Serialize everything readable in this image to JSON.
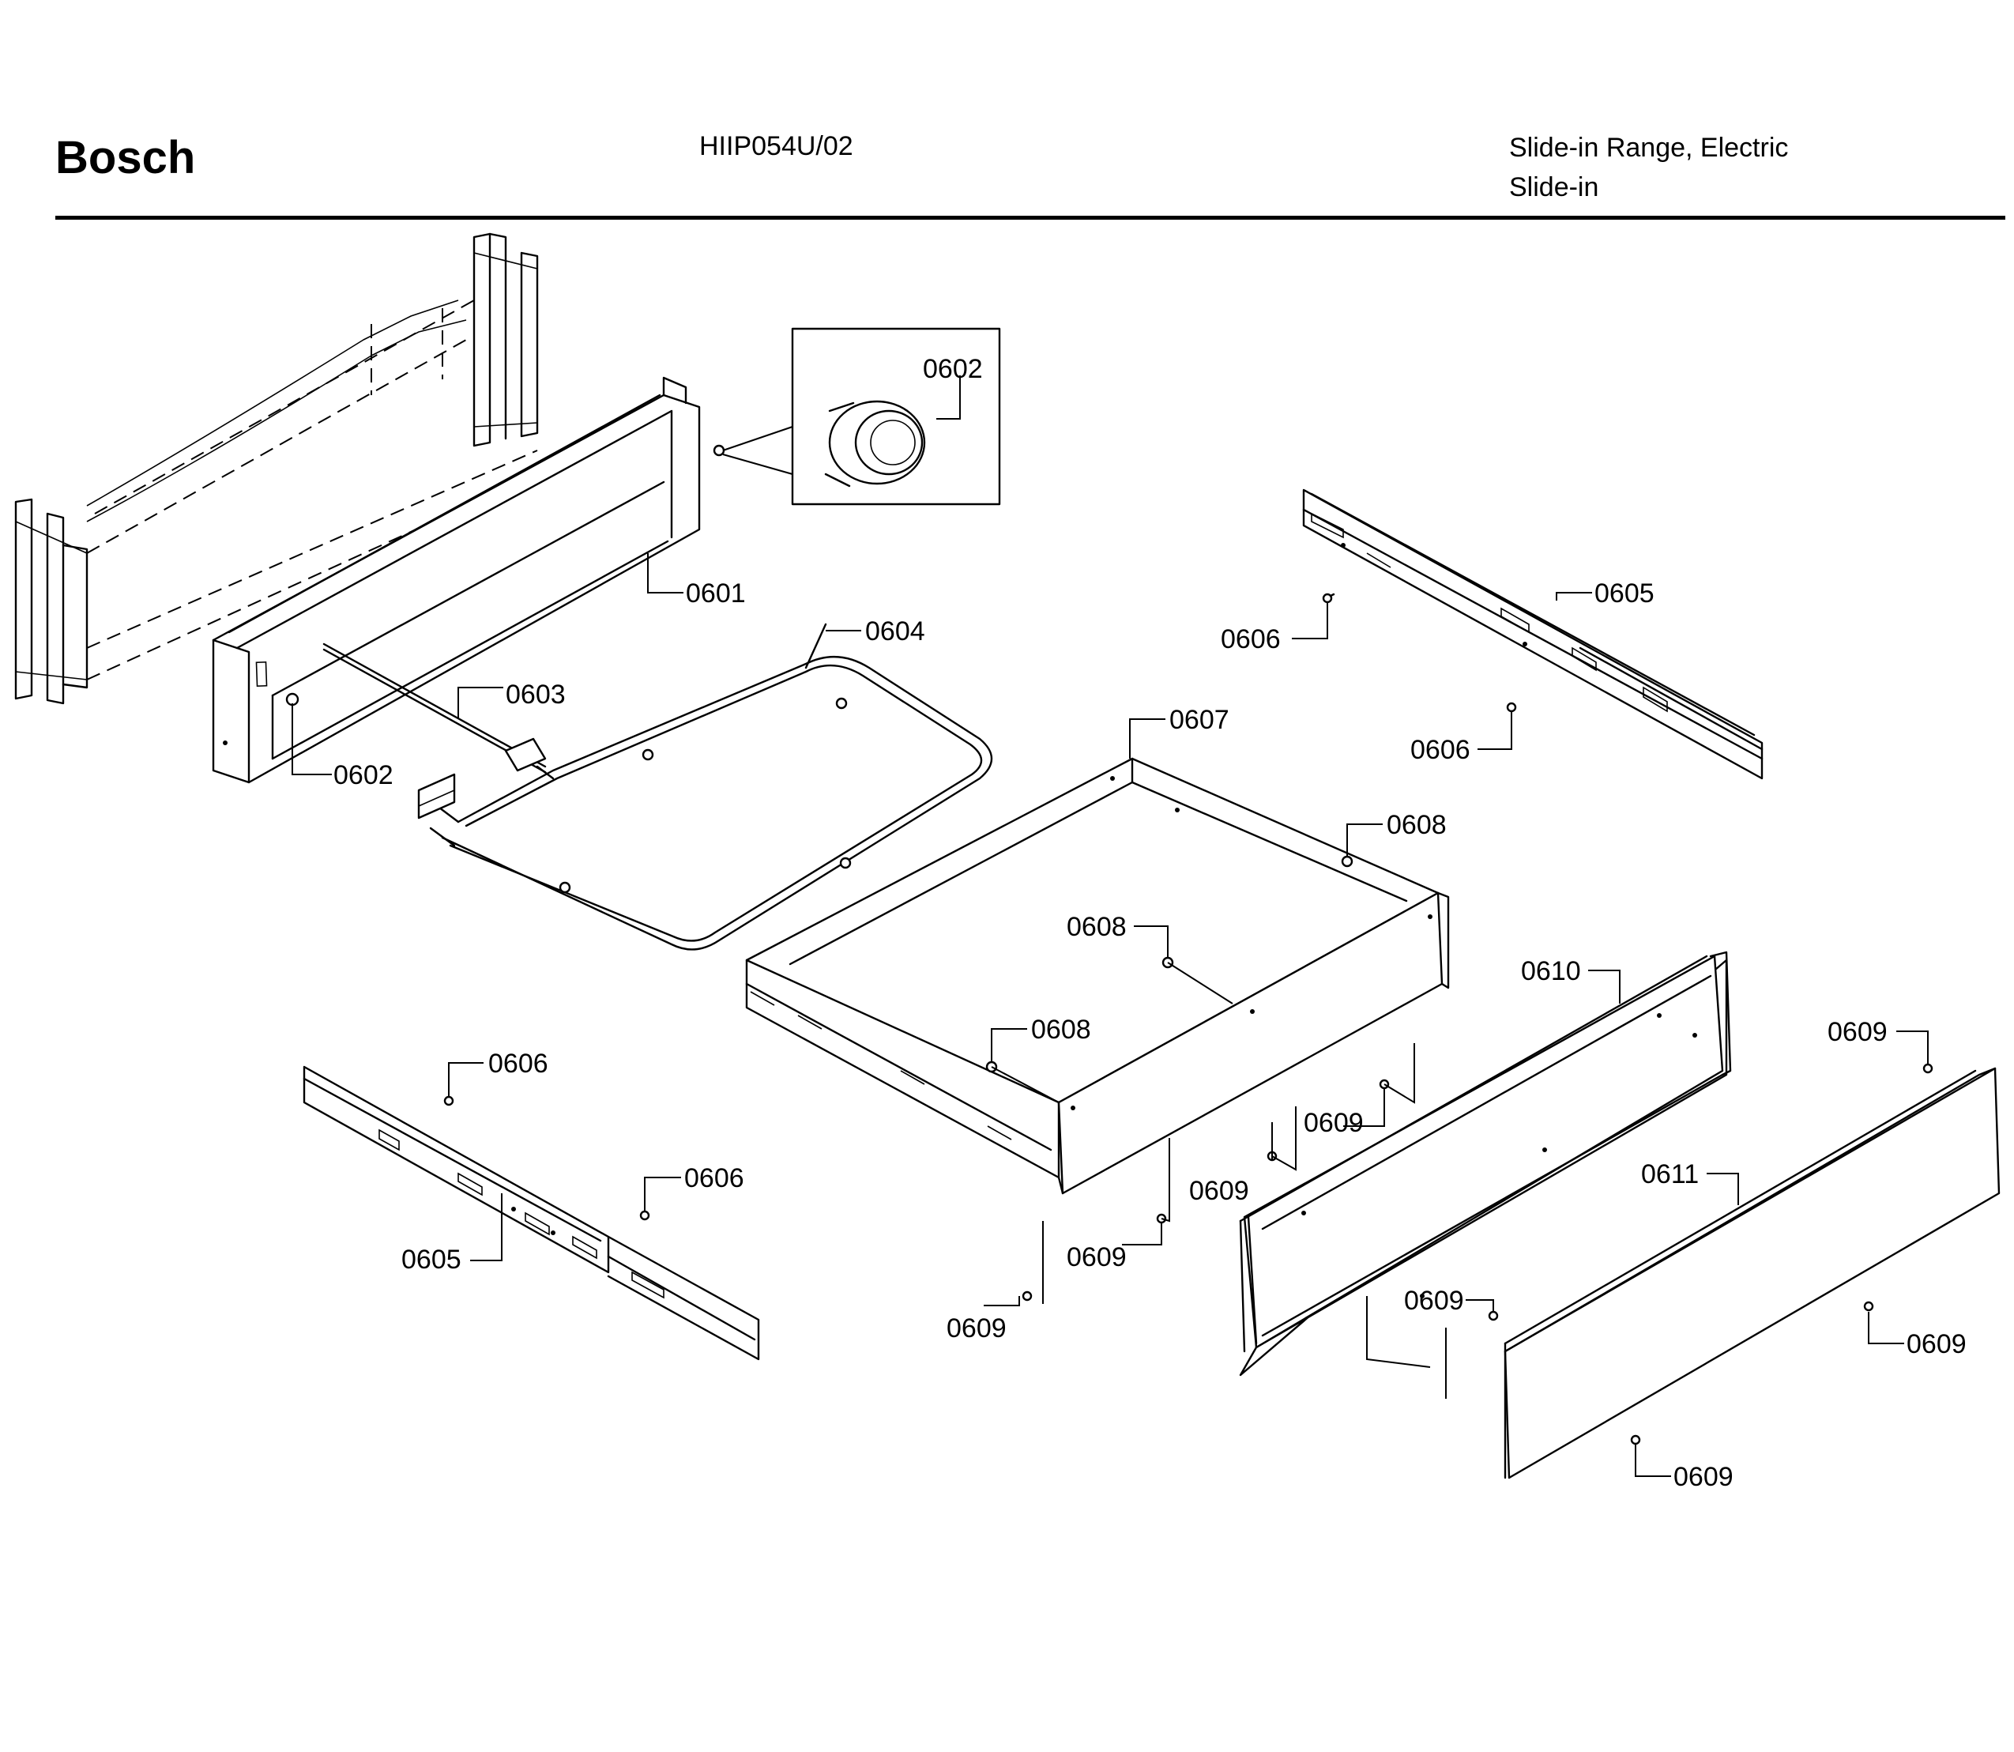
{
  "header": {
    "brand": "Bosch",
    "model": "HIIP054U/02",
    "product_line1": "Slide-in Range, Electric",
    "product_line2": "Slide-in"
  },
  "callouts": {
    "c0601": "0601",
    "c0602a": "0602",
    "c0602b": "0602",
    "c0603": "0603",
    "c0604": "0604",
    "c0605a": "0605",
    "c0605b": "0605",
    "c0606a": "0606",
    "c0606b": "0606",
    "c0606c": "0606",
    "c0606d": "0606",
    "c0607": "0607",
    "c0608a": "0608",
    "c0608b": "0608",
    "c0608c": "0608",
    "c0609a": "0609",
    "c0609b": "0609",
    "c0609c": "0609",
    "c0609d": "0609",
    "c0609e": "0609",
    "c0609f": "0609",
    "c0609g": "0609",
    "c0609h": "0609",
    "c0610": "0610",
    "c0611": "0611"
  }
}
